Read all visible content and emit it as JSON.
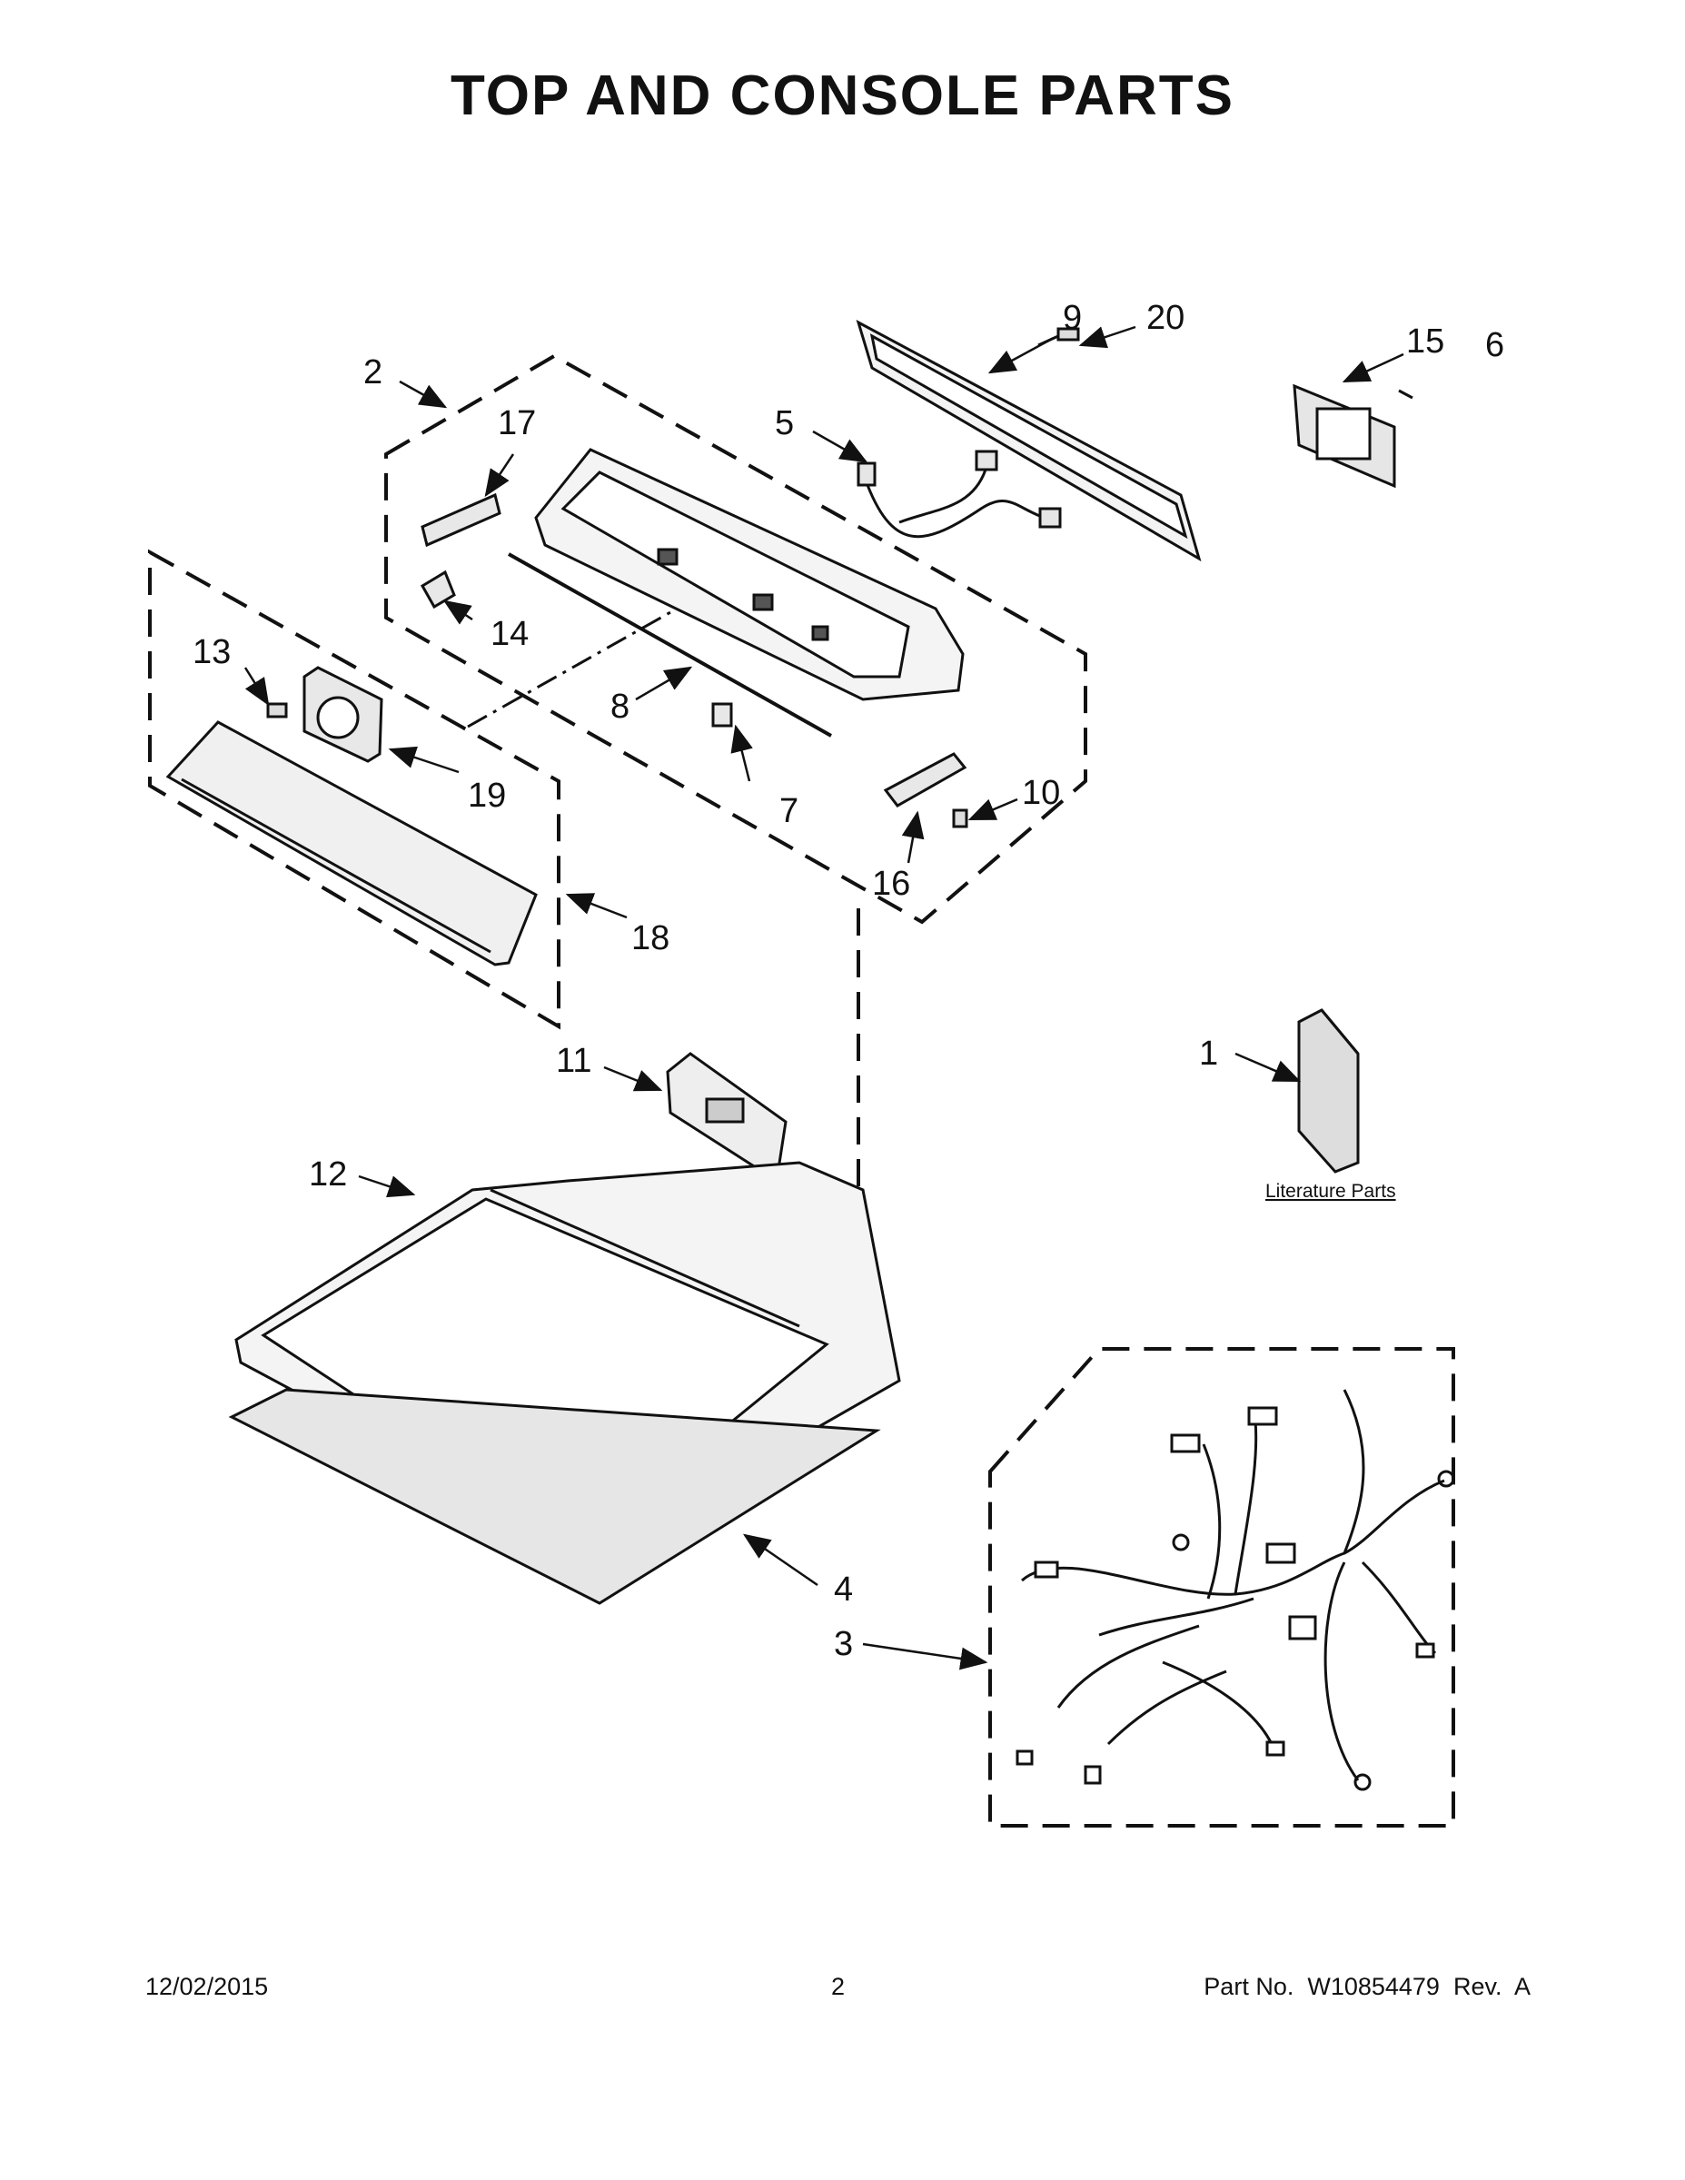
{
  "title": "TOP AND CONSOLE PARTS",
  "callouts": {
    "c1": "1",
    "c2": "2",
    "c3": "3",
    "c4": "4",
    "c5": "5",
    "c6": "6",
    "c7": "7",
    "c8": "8",
    "c9": "9",
    "c10": "10",
    "c11": "11",
    "c12": "12",
    "c13": "13",
    "c14": "14",
    "c15": "15",
    "c16": "16",
    "c17": "17",
    "c18": "18",
    "c19": "19",
    "c20": "20"
  },
  "literature_label": "Literature Parts",
  "footer": {
    "date": "12/02/2015",
    "page": "2",
    "part_no": "Part No.  W10854479  Rev.  A"
  }
}
